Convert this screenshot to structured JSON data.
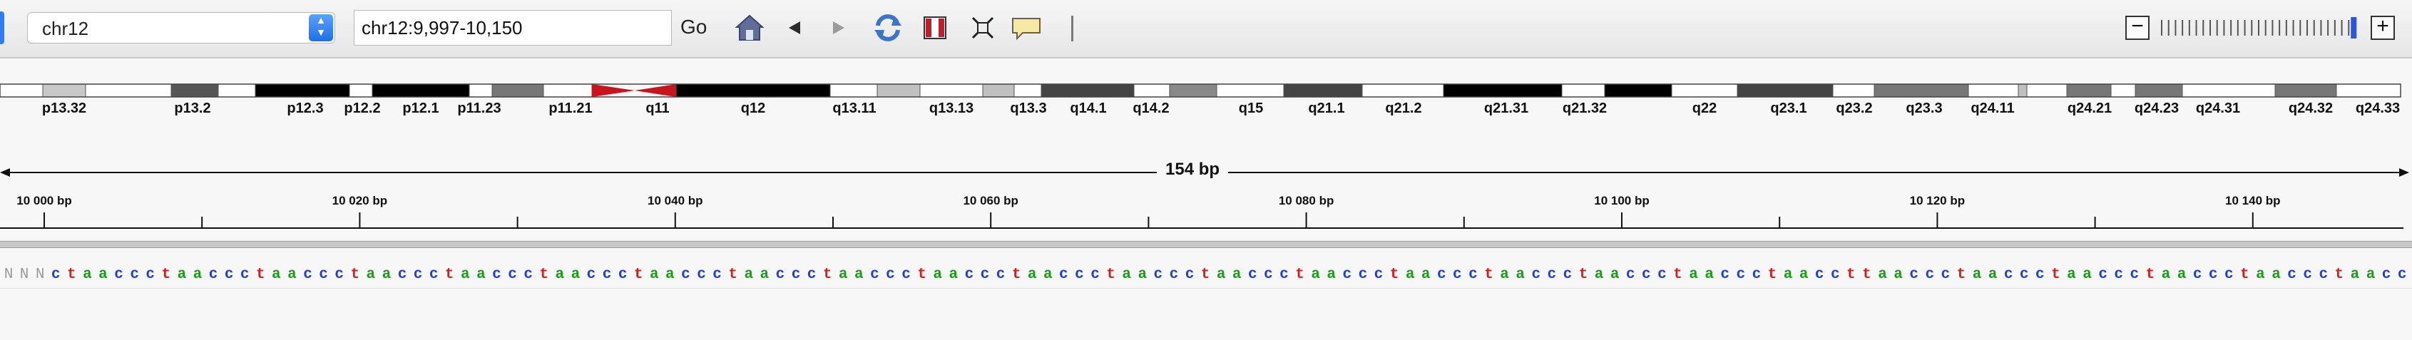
{
  "toolbar": {
    "chromosome": "chr12",
    "locus": "chr12:9,997-10,150",
    "go_label": "Go",
    "icons": [
      "home-icon",
      "back-icon",
      "forward-icon",
      "refresh-icon",
      "roi-icon",
      "fit-window-icon",
      "popup-info-icon"
    ],
    "zoom": {
      "minus": "−",
      "plus": "+",
      "ticks": 28,
      "level": 28
    }
  },
  "ideogram": {
    "bands": [
      "p13.32",
      "p13.2",
      "p12.3",
      "p12.2",
      "p12.1",
      "p11.23",
      "p11.21",
      "q11",
      "q12",
      "q13.11",
      "q13.13",
      "q13.3",
      "q14.1",
      "q14.2",
      "q15",
      "q21.1",
      "q21.2",
      "q21.31",
      "q21.32",
      "q22",
      "q23.1",
      "q23.2",
      "q23.3",
      "q24.11",
      "q24.21",
      "q24.23",
      "q24.31",
      "q24.32",
      "q24.33"
    ]
  },
  "ruler": {
    "span": "154 bp",
    "ticks": [
      "10 000 bp",
      "10 020 bp",
      "10 040 bp",
      "10 060 bp",
      "10 080 bp",
      "10 100 bp",
      "10 120 bp",
      "10 140 bp"
    ]
  },
  "sequence": {
    "bases": "NNNctaaccctaaccctaaccctaaccctaaccctaaccctaaccctaaccctaaccctaaccctaaccctaaccctaaccctaaccctaaccctaaccctaaccctaaccctaaccttaaccctaaccctaaccctaaccctaaccctaaccc",
    "colors": {
      "a": "#1a9e1a",
      "c": "#1f3fd6",
      "g": "#d98b00",
      "t": "#d41f1f",
      "N": "#9a9a9a"
    }
  }
}
